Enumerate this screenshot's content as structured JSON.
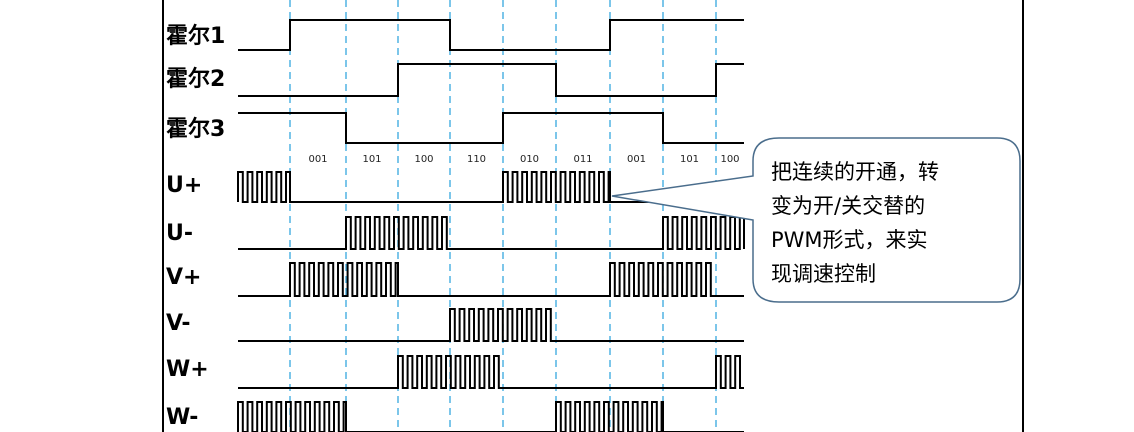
{
  "signals": [
    {
      "name": "hall-1",
      "label": "霍尔1",
      "kind": "hall",
      "levels": [
        0,
        1,
        1,
        1,
        0,
        0,
        0,
        1,
        1,
        1
      ]
    },
    {
      "name": "hall-2",
      "label": "霍尔2",
      "kind": "hall",
      "levels": [
        0,
        0,
        0,
        1,
        1,
        1,
        0,
        0,
        0,
        1
      ]
    },
    {
      "name": "hall-3",
      "label": "霍尔3",
      "kind": "hall",
      "levels": [
        1,
        1,
        0,
        0,
        0,
        1,
        1,
        1,
        0,
        0
      ]
    },
    {
      "name": "u-plus",
      "label": "U+",
      "kind": "pwm",
      "levels": [
        1,
        0,
        0,
        0,
        0,
        1,
        1,
        0,
        0,
        0
      ]
    },
    {
      "name": "u-minus",
      "label": "U-",
      "kind": "pwm",
      "levels": [
        0,
        0,
        1,
        1,
        0,
        0,
        0,
        0,
        1,
        1
      ]
    },
    {
      "name": "v-plus",
      "label": "V+",
      "kind": "pwm",
      "levels": [
        0,
        1,
        1,
        0,
        0,
        0,
        0,
        1,
        1,
        0
      ]
    },
    {
      "name": "v-minus",
      "label": "V-",
      "kind": "pwm",
      "levels": [
        0,
        0,
        0,
        0,
        1,
        1,
        0,
        0,
        0,
        0
      ]
    },
    {
      "name": "w-plus",
      "label": "W+",
      "kind": "pwm",
      "levels": [
        0,
        0,
        0,
        1,
        1,
        0,
        0,
        0,
        0,
        1
      ]
    },
    {
      "name": "w-minus",
      "label": "W-",
      "kind": "pwm",
      "levels": [
        1,
        1,
        0,
        0,
        0,
        0,
        1,
        1,
        0,
        0
      ]
    }
  ],
  "hall_codes": [
    "001",
    "101",
    "100",
    "110",
    "010",
    "011",
    "001",
    "101",
    "100"
  ],
  "callout": {
    "lines": [
      "把连续的开通，转",
      "变为开/关交替的",
      "PWM形式，来实",
      "现调速控制"
    ]
  },
  "colors": {
    "wave": "#000000",
    "divider": "#35a7df",
    "callout_border": "#4a6d8c",
    "frame": "#000000"
  }
}
